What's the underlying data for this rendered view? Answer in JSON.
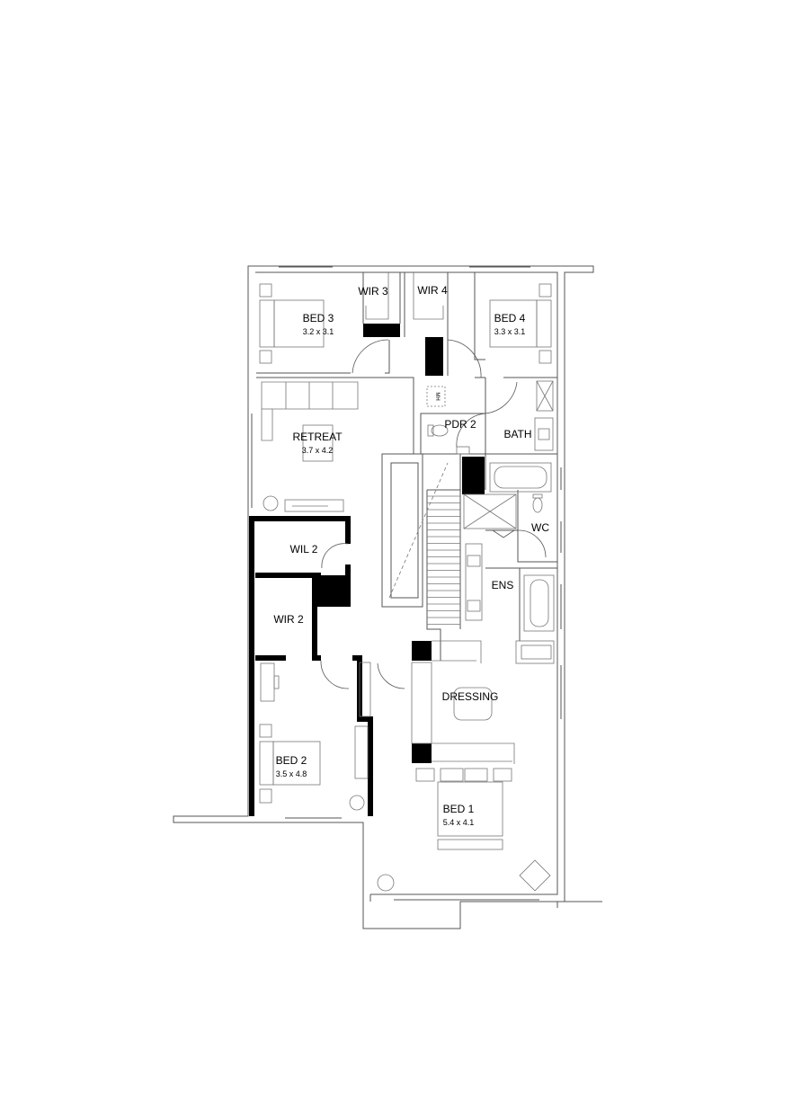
{
  "plan": {
    "rooms": [
      {
        "id": "bed3",
        "name": "BED 3",
        "size": "3.2 x 3.1"
      },
      {
        "id": "wir3",
        "name": "WIR 3"
      },
      {
        "id": "wir4",
        "name": "WIR 4"
      },
      {
        "id": "bed4",
        "name": "BED 4",
        "size": "3.3 x 3.1"
      },
      {
        "id": "retreat",
        "name": "RETREAT",
        "size": "3.7 x 4.2"
      },
      {
        "id": "pdr2",
        "name": "PDR 2"
      },
      {
        "id": "bath",
        "name": "BATH"
      },
      {
        "id": "wc",
        "name": "WC"
      },
      {
        "id": "ens",
        "name": "ENS"
      },
      {
        "id": "wil2",
        "name": "WIL 2"
      },
      {
        "id": "wir2",
        "name": "WIR 2"
      },
      {
        "id": "dressing",
        "name": "DRESSING"
      },
      {
        "id": "bed2",
        "name": "BED 2",
        "size": "3.5 x 4.8"
      },
      {
        "id": "bed1",
        "name": "BED 1",
        "size": "5.4 x 4.1"
      }
    ],
    "manhole_label": "MH"
  }
}
